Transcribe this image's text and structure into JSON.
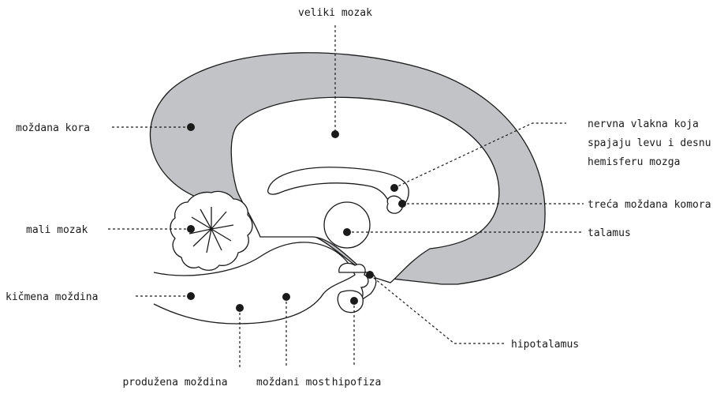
{
  "labels": {
    "veliki_mozak": "veliki mozak",
    "mozdana_kora": "moždana kora",
    "mali_mozak": "mali mozak",
    "kicmena_mozdina": "kičmena moždina",
    "nervna_line1": "nervna vlakna koja",
    "nervna_line2": "spajaju levu i desnu",
    "nervna_line3": "hemisferu mozga",
    "treca_mozdana_komora": "treća moždana komora",
    "talamus": "talamus",
    "hipotalamus": "hipotalamus",
    "produzena_mozdina": "produžena moždina",
    "mozdani_most": "moždani most",
    "hipofiza": "hipofiza"
  },
  "colors": {
    "cortex_fill": "#c1c3c6",
    "line": "#1a1a1a",
    "background": "#ffffff"
  }
}
